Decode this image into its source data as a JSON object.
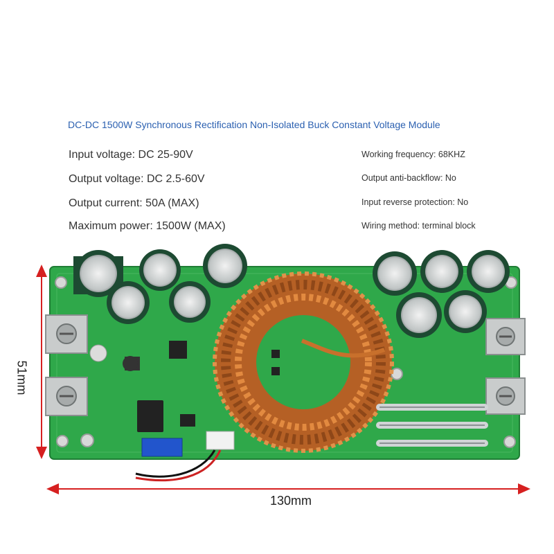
{
  "title": "DC-DC 1500W Synchronous Rectification Non-Isolated Buck Constant Voltage Module",
  "specs_left": [
    "Input voltage: DC 25-90V",
    "Output voltage: DC 2.5-60V",
    "Output current: 50A (MAX)",
    "Maximum power: 1500W (MAX)"
  ],
  "specs_right": [
    "Working frequency: 68KHZ",
    "Output anti-backflow: No",
    "Input reverse protection: No",
    "Wiring method: terminal block"
  ],
  "dimensions": {
    "width": "130mm",
    "height": "51mm"
  },
  "colors": {
    "title": "#2a5fb0",
    "pcb": "#2fa84a",
    "copper": "#c8702c",
    "arrow": "#d62020"
  }
}
